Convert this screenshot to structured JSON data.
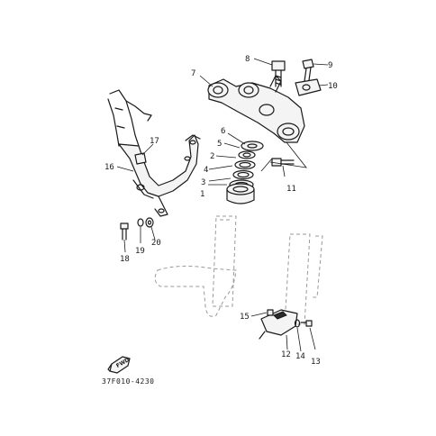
{
  "diagram_code": "37F010-4230",
  "fwd_label": "FWD",
  "callouts": {
    "c1": "1",
    "c2": "2",
    "c3": "3",
    "c4": "4",
    "c5": "5",
    "c6": "6",
    "c7": "7",
    "c8": "8",
    "c9": "9",
    "c10": "10",
    "c11": "11",
    "c12": "12",
    "c13": "13",
    "c14": "14",
    "c15": "15",
    "c16": "16",
    "c17": "17",
    "c18": "18",
    "c19": "19",
    "c20": "20"
  },
  "colors": {
    "line": "#1a1a1a",
    "background": "#ffffff",
    "ghost": "#9a9a9a"
  },
  "icons": {
    "forward_arrow": "fwd-arrow-icon"
  }
}
